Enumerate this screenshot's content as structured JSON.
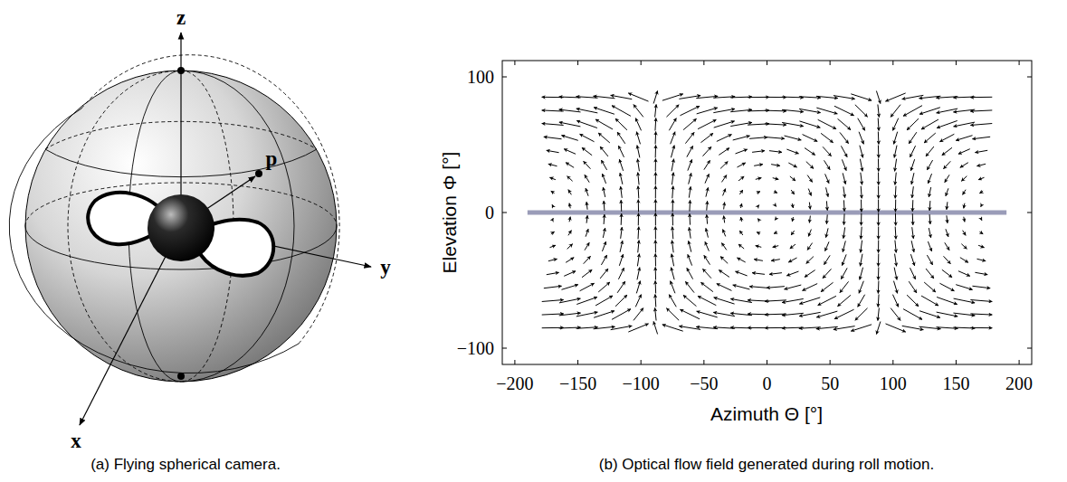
{
  "diagram": {
    "labels": [
      "z",
      "p",
      "y",
      "x",
      "100",
      "0",
      "−100",
      "−200",
      "−150",
      "−100",
      "−50",
      "0",
      "50",
      "100",
      "150",
      "200",
      "Elevation Φ [°]",
      "Azimuth Θ [°]",
      "(a) Flying spherical camera.",
      "(b) Optical flow field generated during roll motion."
    ]
  }
}
